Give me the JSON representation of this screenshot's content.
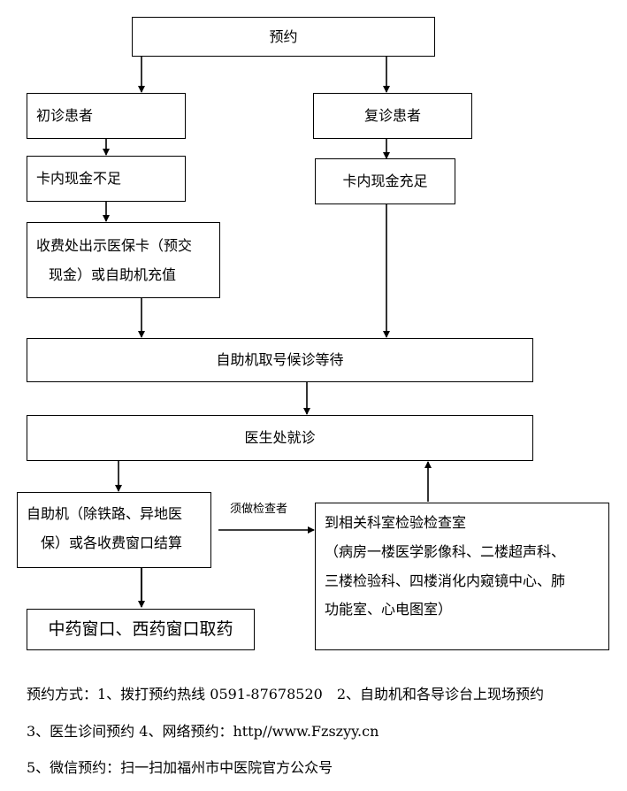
{
  "flow": {
    "appointment": "预约",
    "first_visit": "初诊患者",
    "return_visit": "复诊患者",
    "insufficient_balance": "卡内现金不足",
    "sufficient_balance": "卡内现金充足",
    "topup_line1": "收费处出示医保卡（预交",
    "topup_line2": "现金）或自助机充值",
    "kiosk_queue": "自助机取号候诊等待",
    "doctor_visit": "医生处就诊",
    "settle_line1": "自助机（除铁路、异地医",
    "settle_line2": "保）或各收费窗口结算",
    "exam_label": "须做检查者",
    "exam_line1": "到相关科室检验检查室",
    "exam_line2": "（病房一楼医学影像科、二楼超声科、",
    "exam_line3": "三楼检验科、四楼消化内窥镜中心、肺",
    "exam_line4": "功能室、心电图室）",
    "pharmacy": "中药窗口、西药窗口取药"
  },
  "footer": {
    "line1": "预约方式：1、拨打预约热线 0591-87678520　2、自助机和各导诊台上现场预约",
    "line2": "3、医生诊间预约 4、网络预约：http//www.Fzszyy.cn",
    "line3": "5、微信预约：扫一扫加福州市中医院官方公众号"
  }
}
